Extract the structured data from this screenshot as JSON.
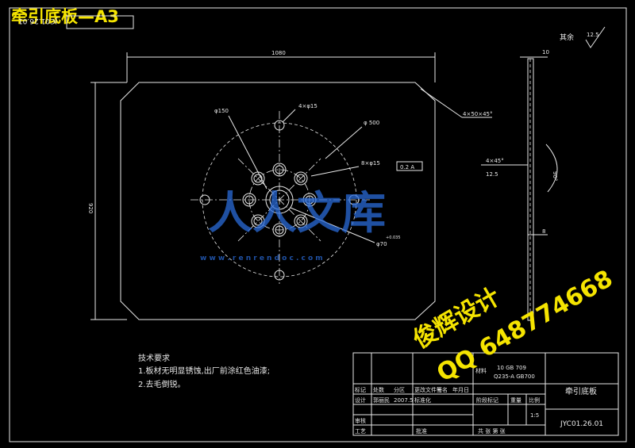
{
  "title": "牵引底板—A3",
  "code_box": "JC01.26.01",
  "dims": {
    "width": "1080",
    "height": "920",
    "bolt_circle": "φ 500",
    "hole_4x15": "4×φ15",
    "hole_8x15": "8×φ15",
    "pcd_150": "φ150",
    "chamfer": "4×50×45°",
    "thickness": "10",
    "right_chamfer": "4×45°",
    "roughness_part": "12.5",
    "small_dim": "8",
    "angle": "90°",
    "center_hole": "φ70",
    "tolerance": "+0.035",
    "frame_ref": "0.2 A",
    "roughness_other": "12.5",
    "other_label": "其余"
  },
  "notes": {
    "heading": "技术要求",
    "line1": "1.板材无明显锈蚀,出厂前涂红色油漆;",
    "line2": "2.去毛倒锐。"
  },
  "title_block": {
    "part_name": "牵引底板",
    "material_line1": "10  GB 709",
    "material_line2": "Q235-A GB700",
    "scale": "1:5",
    "drawing_no": "JYC01.26.01",
    "sheet": "共   张  第   张",
    "label_mark": "标记",
    "label_count": "处数",
    "label_zone": "分区",
    "label_change": "更改文件号",
    "label_sign": "签名",
    "label_date": "年月日",
    "label_design": "设计",
    "designer": "郭丽民",
    "design_date": "2007.5",
    "label_std": "标准化",
    "label_stage": "阶段标记",
    "label_weight": "重量",
    "label_ratio": "比例",
    "label_check": "审核",
    "label_process": "工艺",
    "label_approve": "批准",
    "label_material": "材料"
  },
  "watermark": {
    "site": "人人文库",
    "url": "w w w . r e n r e n d o c . c o m",
    "promo": "俊辉设计",
    "qq": "QQ 648774668"
  }
}
